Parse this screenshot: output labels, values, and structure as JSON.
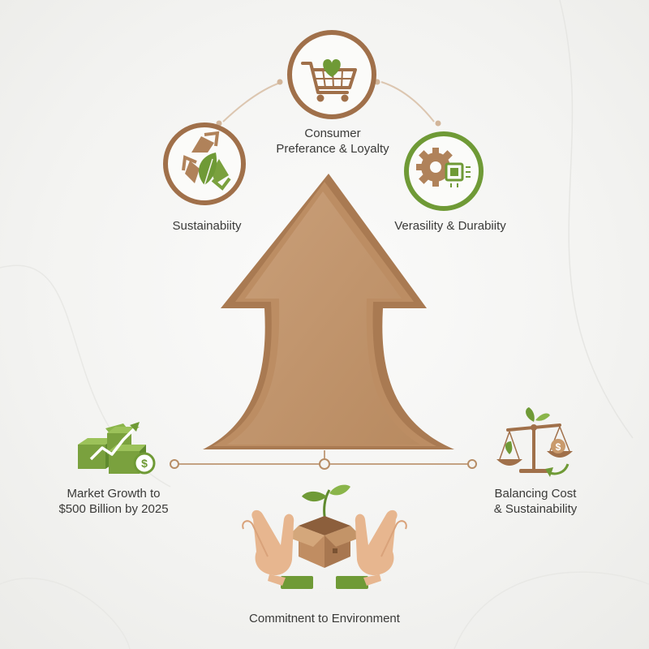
{
  "nodes": {
    "consumer": {
      "line1": "Consumer",
      "line2": "Preferance & Loyalty"
    },
    "sustainability": {
      "label": "Sustainabiity"
    },
    "versatility": {
      "label": "Verasility & Durabiity"
    },
    "market": {
      "line1": "Market Growth to",
      "line2": "$500 Billion by 2025"
    },
    "balancing": {
      "line1": "Balancing Cost",
      "line2": "& Sustainability"
    },
    "commitment": {
      "label": "Commitnent to Environment"
    }
  },
  "icons": {
    "consumer": "shopping-cart-heart-icon",
    "sustainability": "recycle-leaf-icon",
    "versatility": "gear-circuit-icon",
    "market": "boxes-growth-dollar-icon",
    "balancing": "balance-scale-dollar-icon",
    "commitment": "hands-box-sprout-icon"
  },
  "colors": {
    "kraft": "#c2946a",
    "kraft_dark": "#a97a52",
    "brown": "#a0704a",
    "green": "#6f9a36",
    "green_light": "#8ab54a",
    "skin": "#e7b68f",
    "connector": "#d9c3ad"
  }
}
